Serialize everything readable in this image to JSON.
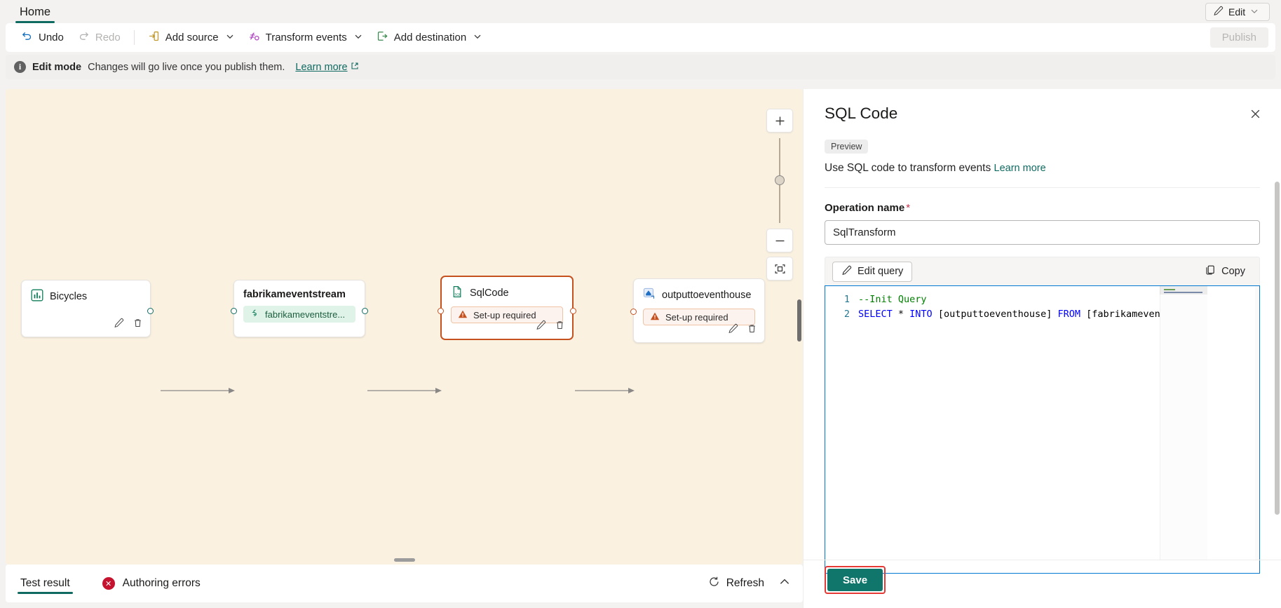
{
  "tabstrip": {
    "home_tab": "Home",
    "edit_button": "Edit"
  },
  "toolbar": {
    "undo": "Undo",
    "redo": "Redo",
    "add_source": "Add source",
    "transform_events": "Transform events",
    "add_destination": "Add destination",
    "publish": "Publish"
  },
  "messagebar": {
    "title": "Edit mode",
    "text": "Changes will go live once you publish them.",
    "link": "Learn more"
  },
  "canvas": {
    "nodes": [
      {
        "name": "Bicycles",
        "icon": "table-chart-icon",
        "kind": "source",
        "pill": null
      },
      {
        "name": "fabrikameventstream",
        "icon": "eventstream-icon",
        "kind": "stream",
        "pill": "fabrikameventstre...",
        "pill_state": "ok"
      },
      {
        "name": "SqlCode",
        "icon": "sql-file-icon",
        "kind": "transform",
        "pill": "Set-up required",
        "pill_state": "warn"
      },
      {
        "name": "outputtoeventhouse",
        "icon": "eventhouse-icon",
        "kind": "destination",
        "pill": "Set-up required",
        "pill_state": "warn"
      }
    ],
    "zoom_controls": {
      "zoom_in": "+",
      "zoom_out": "−",
      "fit_to_view": "fit-to-screen-icon"
    }
  },
  "bottombar": {
    "tab_test_result": "Test result",
    "authoring_errors": "Authoring errors",
    "refresh": "Refresh"
  },
  "panel": {
    "title": "SQL Code",
    "preview_badge": "Preview",
    "description": "Use SQL code to transform events",
    "description_link": "Learn more",
    "operation_name_label": "Operation name",
    "operation_name_required": "*",
    "operation_name_value": "SqlTransform",
    "edit_query_button": "Edit query",
    "copy_button": "Copy",
    "save_button": "Save",
    "code": {
      "lines": [
        {
          "num": "1",
          "comment": "--Init Query"
        },
        {
          "num": "2",
          "select": "SELECT",
          "star": " * ",
          "into": "INTO",
          "target": " [outputtoeventhouse] ",
          "from": "FROM",
          "source": " [fabrikameventstr"
        }
      ]
    }
  },
  "colors": {
    "accent_teal": "#0f6b61",
    "save_green": "#10766b",
    "warning_orange": "#c5511f",
    "error_red": "#c4122f",
    "highlight_red": "#e53935",
    "canvas_bg": "#faf1e1",
    "editor_border_blue": "#0078d4"
  }
}
